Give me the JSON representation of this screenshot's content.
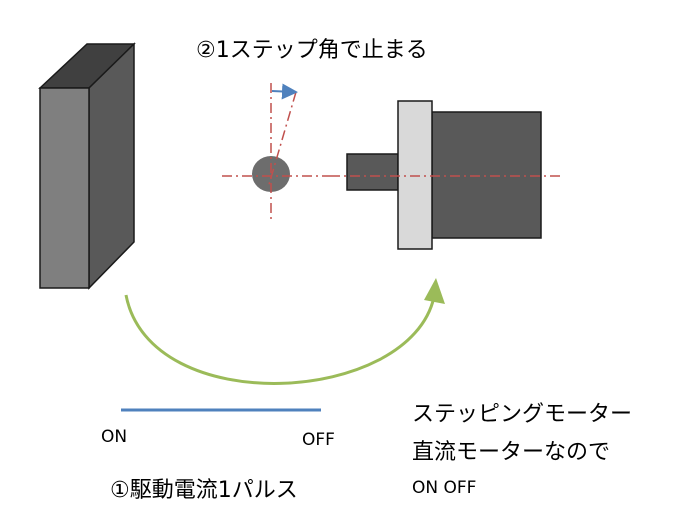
{
  "labels": {
    "step_angle": "②1ステップ角で止まる",
    "on": "ON",
    "off": "OFF",
    "pulse": "①駆動電流1パルス",
    "note_line1": "ステッピングモーター",
    "note_line2": "直流モーターなので",
    "note_line3": "ON OFF"
  },
  "colors": {
    "block_front": "#7f7f7f",
    "block_side": "#595959",
    "block_top": "#404040",
    "rotor": "#6d6d6d",
    "motor_body": "#595959",
    "flange": "#d9d9d9",
    "shaft": "#595959",
    "axis_line": "#c0504d",
    "step_arrow": "#4f81bd",
    "motion_arrow": "#9bbb59",
    "pulse_line": "#4f81bd"
  }
}
